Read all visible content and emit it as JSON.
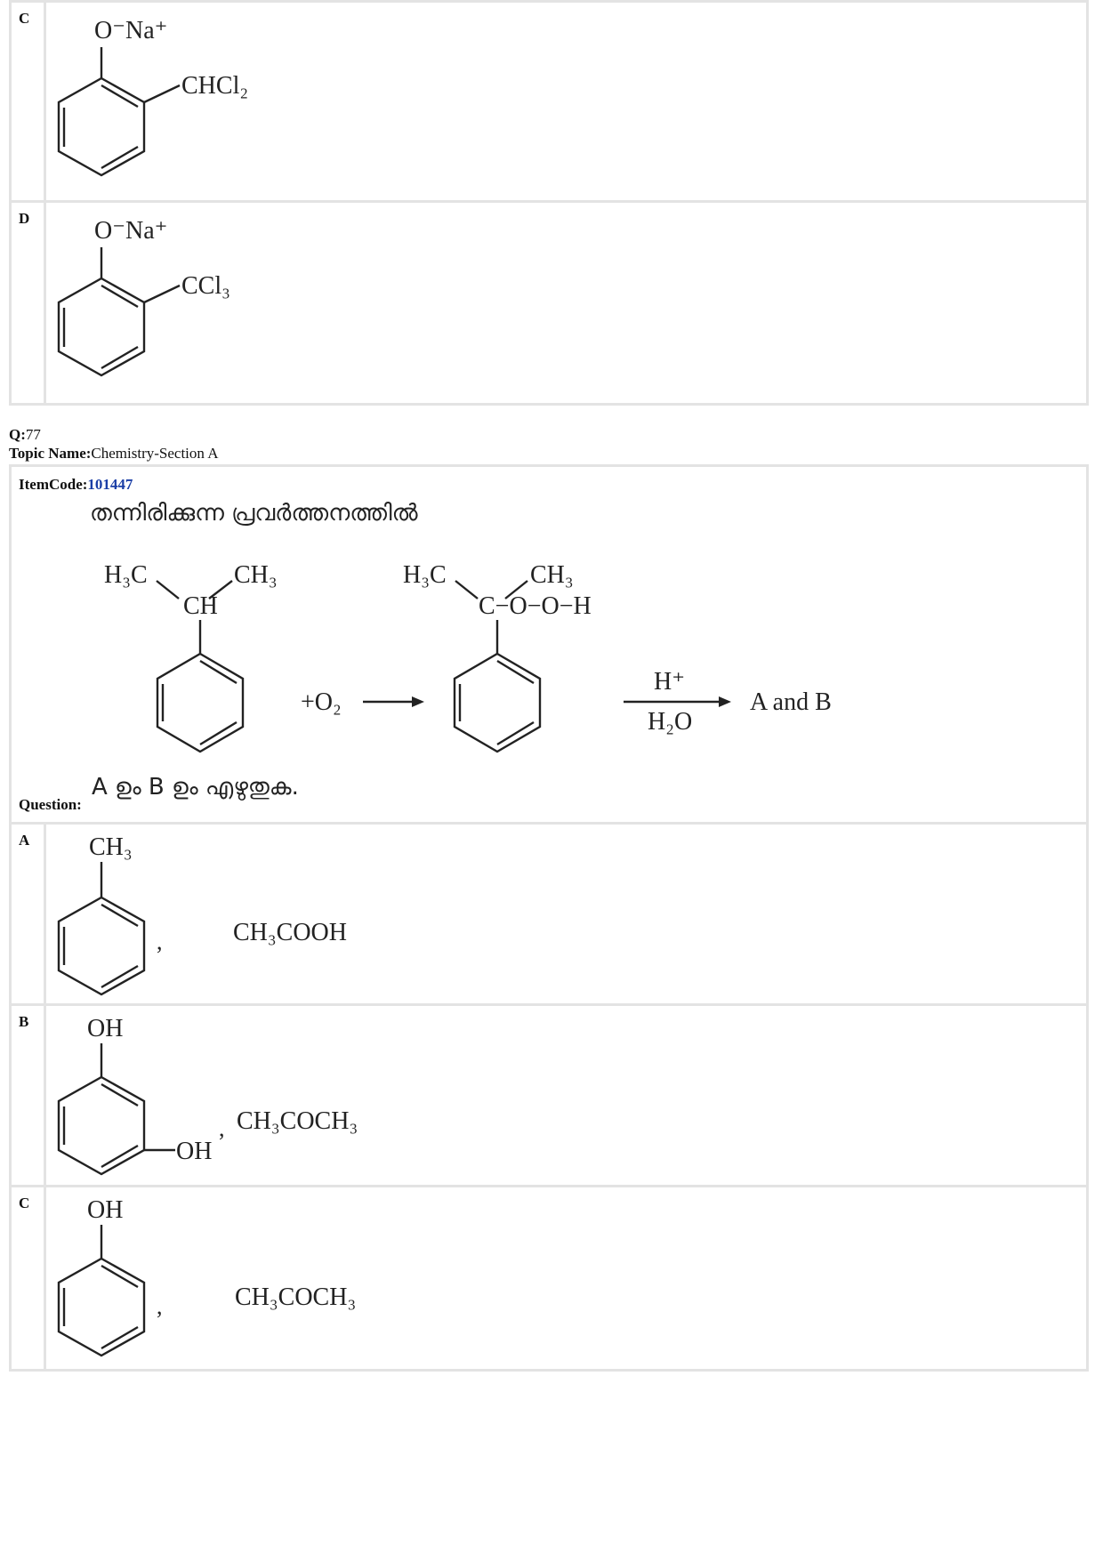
{
  "top_options": [
    {
      "letter": "C",
      "ring_label": "O⁻Na⁺",
      "substituent": "CHCl₂"
    },
    {
      "letter": "D",
      "ring_label": "O⁻Na⁺",
      "substituent": "CCl₃"
    }
  ],
  "question": {
    "number_label": "Q:",
    "number": "77",
    "topic_label": "Topic Name:",
    "topic": "Chemistry-Section A",
    "itemcode_label": "ItemCode:",
    "itemcode": "101447",
    "intro_text": "തന്നിരിക്കുന്ന പ്രവർത്തനത്തിൽ",
    "reactant_left": "H₃C",
    "reactant_right": "CH₃",
    "reactant_center": "CH",
    "oxygen": "+O₂",
    "product_left": "H₃C",
    "product_right": "CH₃",
    "product_chain": "C−O−O−H",
    "reagent_top": "H⁺",
    "reagent_bottom": "H₂O",
    "result": "A and B",
    "question_label": "Question:",
    "question_text": "A ഉം B ഉം എഴുതുക."
  },
  "answer_options": [
    {
      "letter": "A",
      "ring_label": "CH₃",
      "product": "CH₃COOH"
    },
    {
      "letter": "B",
      "ring_label": "OH",
      "meta_label": "OH",
      "product": "CH₃COCH₃"
    },
    {
      "letter": "C",
      "ring_label": "OH",
      "product": "CH₃COCH₃"
    }
  ]
}
